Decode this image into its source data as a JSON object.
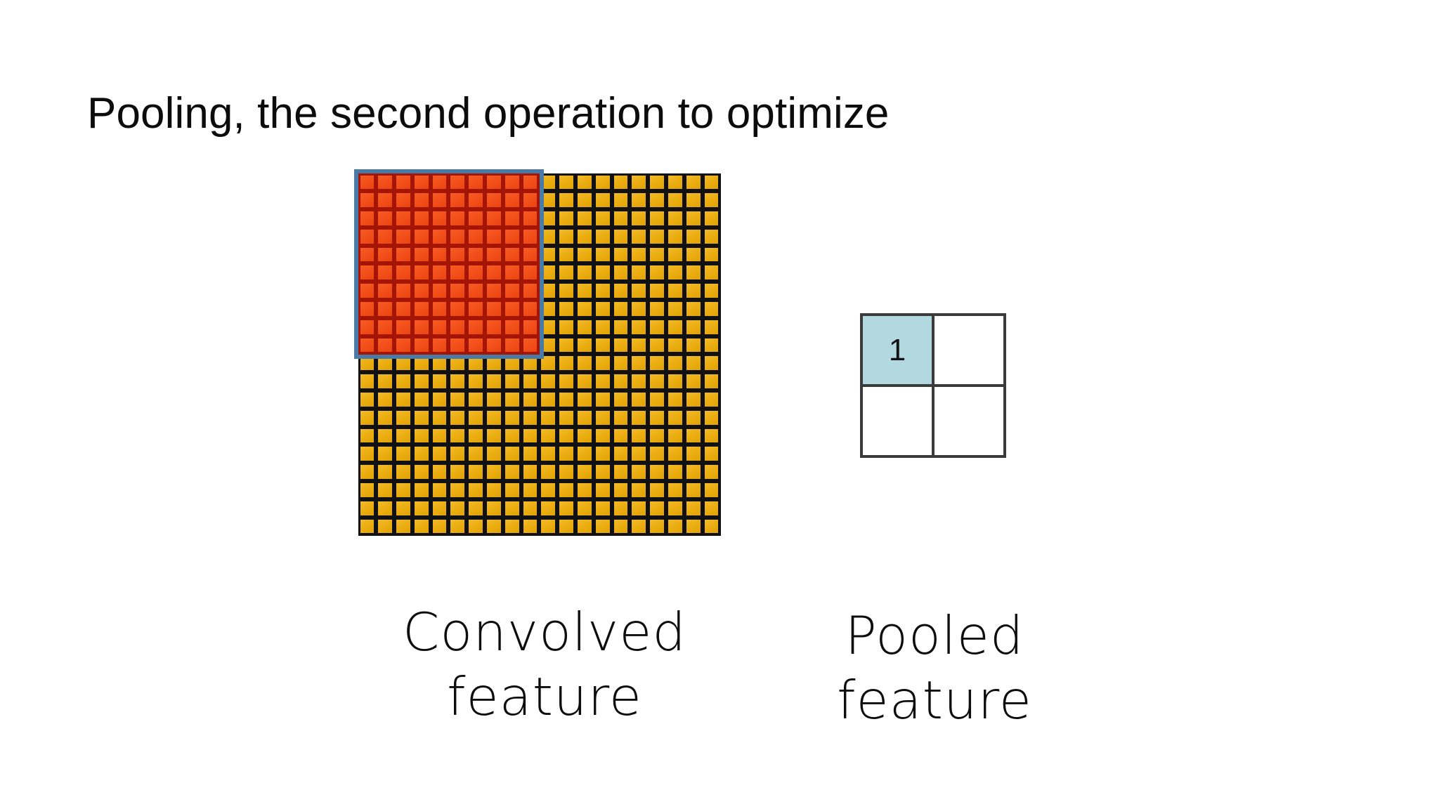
{
  "slide": {
    "title": "Pooling, the second operation to optimize",
    "background_color": "#ffffff"
  },
  "convolved_feature": {
    "caption_line1": "Convolved",
    "caption_line2": "feature",
    "grid_columns": 20,
    "grid_rows": 20,
    "cell_color": "#eeb111",
    "gridline_color": "#111111",
    "highlight": {
      "label": "pooling-window",
      "columns": 10,
      "rows": 10,
      "origin_row": 0,
      "origin_col": 0,
      "cell_color": "#f4511e",
      "gridline_color": "#a41506",
      "border_color": "#4a7ba7"
    }
  },
  "pooled_feature": {
    "caption_line1": "Pooled",
    "caption_line2": "feature",
    "grid_columns": 2,
    "grid_rows": 2,
    "border_color": "#3b3b3b",
    "active_cell_color": "#b2d8e0",
    "cells": [
      {
        "value": "1",
        "active": true
      },
      {
        "value": "",
        "active": false
      },
      {
        "value": "",
        "active": false
      },
      {
        "value": "",
        "active": false
      }
    ]
  }
}
